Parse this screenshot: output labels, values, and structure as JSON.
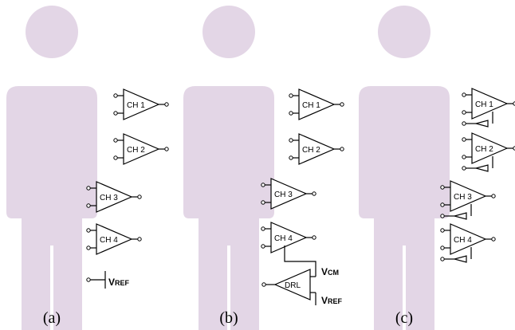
{
  "panels": [
    {
      "caption": "(a)",
      "channels": [
        "CH 1",
        "CH 2",
        "CH 3",
        "CH 4"
      ],
      "vref": {
        "main": "V",
        "sub": "REF"
      }
    },
    {
      "caption": "(b)",
      "channels": [
        "CH 1",
        "CH 2",
        "CH 3",
        "CH 4"
      ],
      "vcm": {
        "main": "V",
        "sub": "CM"
      },
      "drl": "DRL",
      "vref": {
        "main": "V",
        "sub": "REF"
      }
    },
    {
      "caption": "(c)",
      "channels": [
        "CH 1",
        "CH 2",
        "CH 3",
        "CH 4"
      ]
    }
  ],
  "colors": {
    "body": "#e3d6e6",
    "line": "#000000"
  }
}
